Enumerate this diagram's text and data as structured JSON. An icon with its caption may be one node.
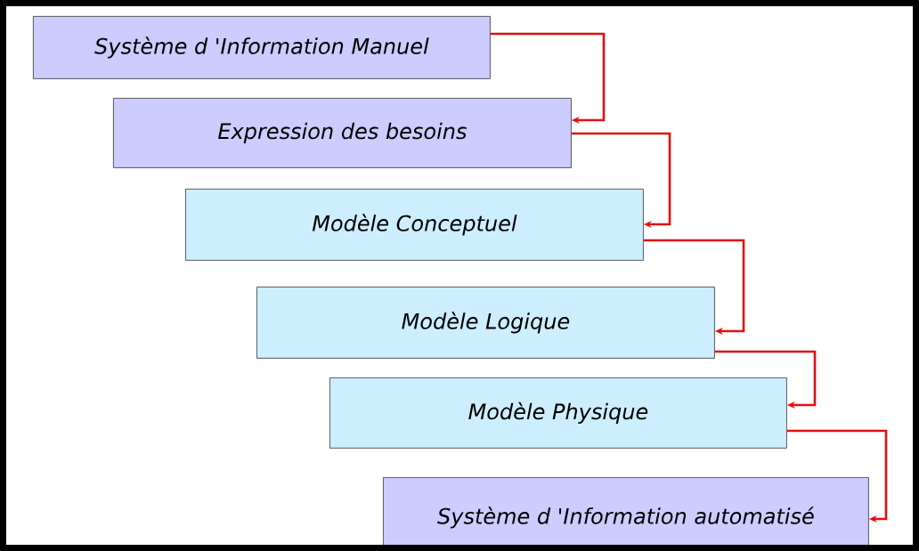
{
  "diagram": {
    "nodes": [
      {
        "text": [
          "Système d 'Information Manuel"
        ]
      },
      {
        "text": [
          "Expression des besoins"
        ]
      },
      {
        "text": [
          "Modèle Conceptuel"
        ]
      },
      {
        "text": [
          "Modèle Logique"
        ]
      },
      {
        "text": [
          "Modèle Physique"
        ]
      },
      {
        "text": [
          "Système d 'Information automatisé"
        ]
      }
    ],
    "edges": [
      {
        "from": 0,
        "to": 1,
        "arrow": "to"
      },
      {
        "from": 1,
        "to": 2,
        "arrow": "to"
      },
      {
        "from": 2,
        "to": 3,
        "arrow": "to"
      },
      {
        "from": 3,
        "to": 4,
        "arrow": "to"
      },
      {
        "from": 4,
        "to": 5,
        "arrow": "to"
      }
    ]
  }
}
